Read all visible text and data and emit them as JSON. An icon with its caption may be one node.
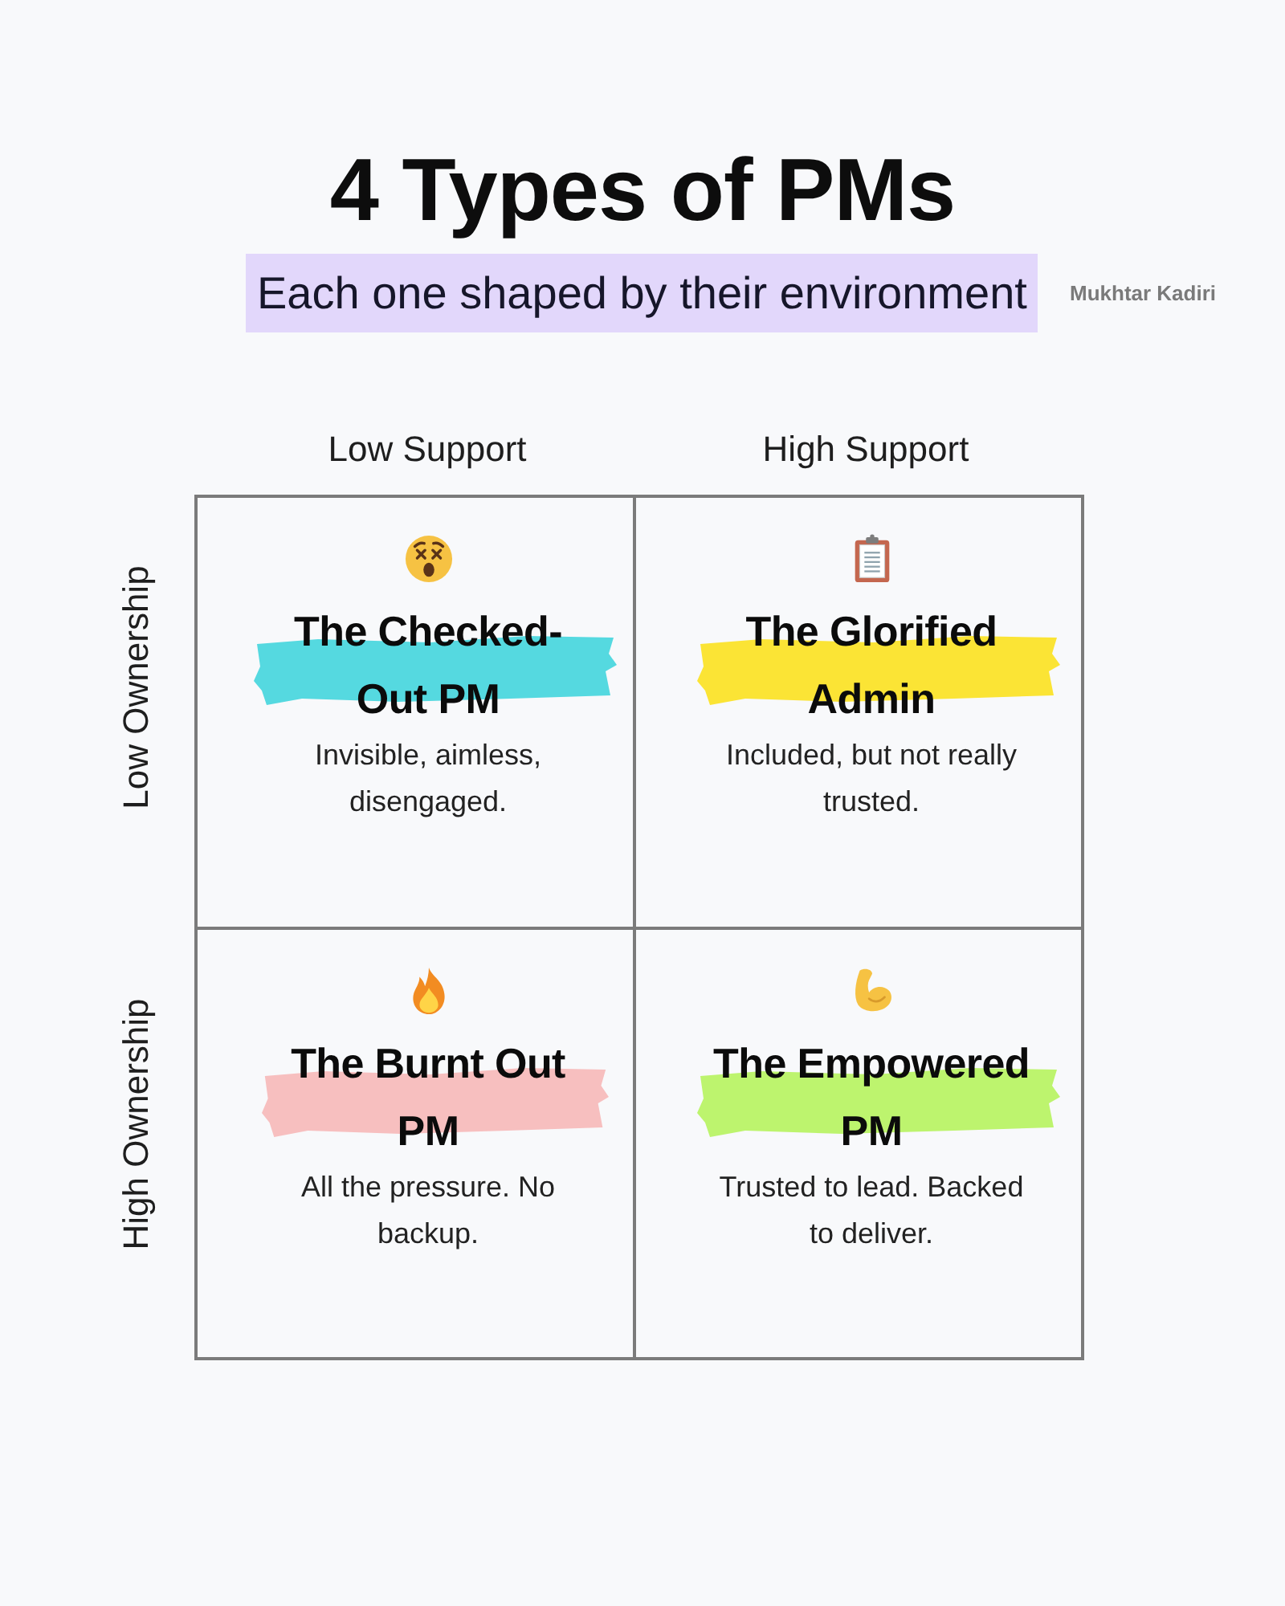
{
  "diagram": {
    "title": "4 Types of PMs",
    "nodes": [
      {
        "text": [
          "The Checked-Out PM",
          "Invisible, aimless, disengaged."
        ]
      },
      {
        "text": [
          "The Glorified Admin",
          "Included, but not really trusted."
        ]
      },
      {
        "text": [
          "The Burnt Out PM",
          "All the pressure. No backup."
        ]
      },
      {
        "text": [
          "The Empowered PM",
          "Trusted to lead. Backed to deliver."
        ]
      }
    ],
    "labels": [
      "Each one shaped by their environment",
      "Mukhtar Kadiri",
      "Low Support",
      "High Support",
      "Low Ownership",
      "High Ownership"
    ]
  }
}
